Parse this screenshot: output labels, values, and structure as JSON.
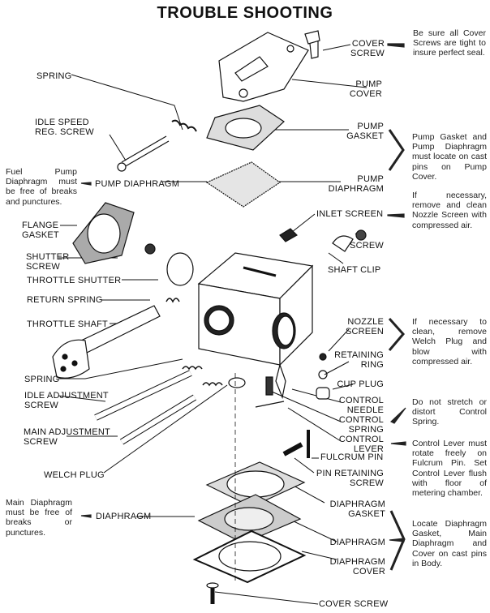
{
  "title": "TROUBLE SHOOTING",
  "labels": {
    "cover_screw_top": "COVER\nSCREW",
    "pump_cover": "PUMP\nCOVER",
    "spring_top": "SPRING",
    "idle_speed_reg_screw": "IDLE SPEED\nREG. SCREW",
    "pump_gasket": "PUMP\nGASKET",
    "pump_diaphragm_left": "PUMP DIAPHRAGM",
    "pump_diaphragm_right": "PUMP\nDIAPHRAGM",
    "flange_gasket": "FLANGE\nGASKET",
    "inlet_screen": "INLET SCREEN",
    "screw": "SCREW",
    "shaft_clip": "SHAFT CLIP",
    "shutter_screw": "SHUTTER\nSCREW",
    "throttle_shutter": "THROTTLE SHUTTER",
    "return_spring": "RETURN SPRING",
    "throttle_shaft": "THROTTLE SHAFT",
    "nozzle_screen": "NOZZLE\nSCREEN",
    "retaining_ring": "RETAINING\nRING",
    "spring_lower": "SPRING",
    "cup_plug": "CUP PLUG",
    "idle_adjustment_screw": "IDLE ADJUSTMENT\nSCREW",
    "control_needle": "CONTROL\nNEEDLE",
    "control_spring": "CONTROL\nSPRING",
    "main_adjustment_screw": "MAIN ADJUSTMENT\nSCREW",
    "control_lever": "CONTROL\nLEVER",
    "fulcrum_pin": "FULCRUM PIN",
    "welch_plug": "WELCH PLUG",
    "pin_retaining_screw": "PIN RETAINING\nSCREW",
    "diaphragm_gasket": "DIAPHRAGM\nGASKET",
    "diaphragm_left": "DIAPHRAGM",
    "diaphragm_right": "DIAPHRAGM",
    "diaphragm_cover": "DIAPHRAGM\nCOVER",
    "cover_screw_bottom": "COVER SCREW"
  },
  "notes": {
    "cover_screws": "Be sure all Cover Screws are tight to insure perfect seal.",
    "fuel_pump_diaphragm": "Fuel Pump Diaphragm must be free of breaks and punctures.",
    "pump_gasket": "Pump Gasket and Pump Diaphragm must locate on cast pins on Pump Cover.",
    "nozzle_screen": "If necessary, remove and clean Nozzle Screen with compressed air.",
    "welch_plug": "If necessary to clean, remove Welch Plug and blow with compressed air.",
    "control_spring": "Do not stretch or distort Control Spring.",
    "control_lever": "Control Lever must rotate freely on Fulcrum Pin. Set Control Lever flush with floor of metering chamber.",
    "main_diaphragm": "Main Diaphragm must be free of breaks or punctures.",
    "diaphragm_locate": "Locate Diaphragm Gasket, Main Diaphragm and Cover on cast pins in Body."
  }
}
